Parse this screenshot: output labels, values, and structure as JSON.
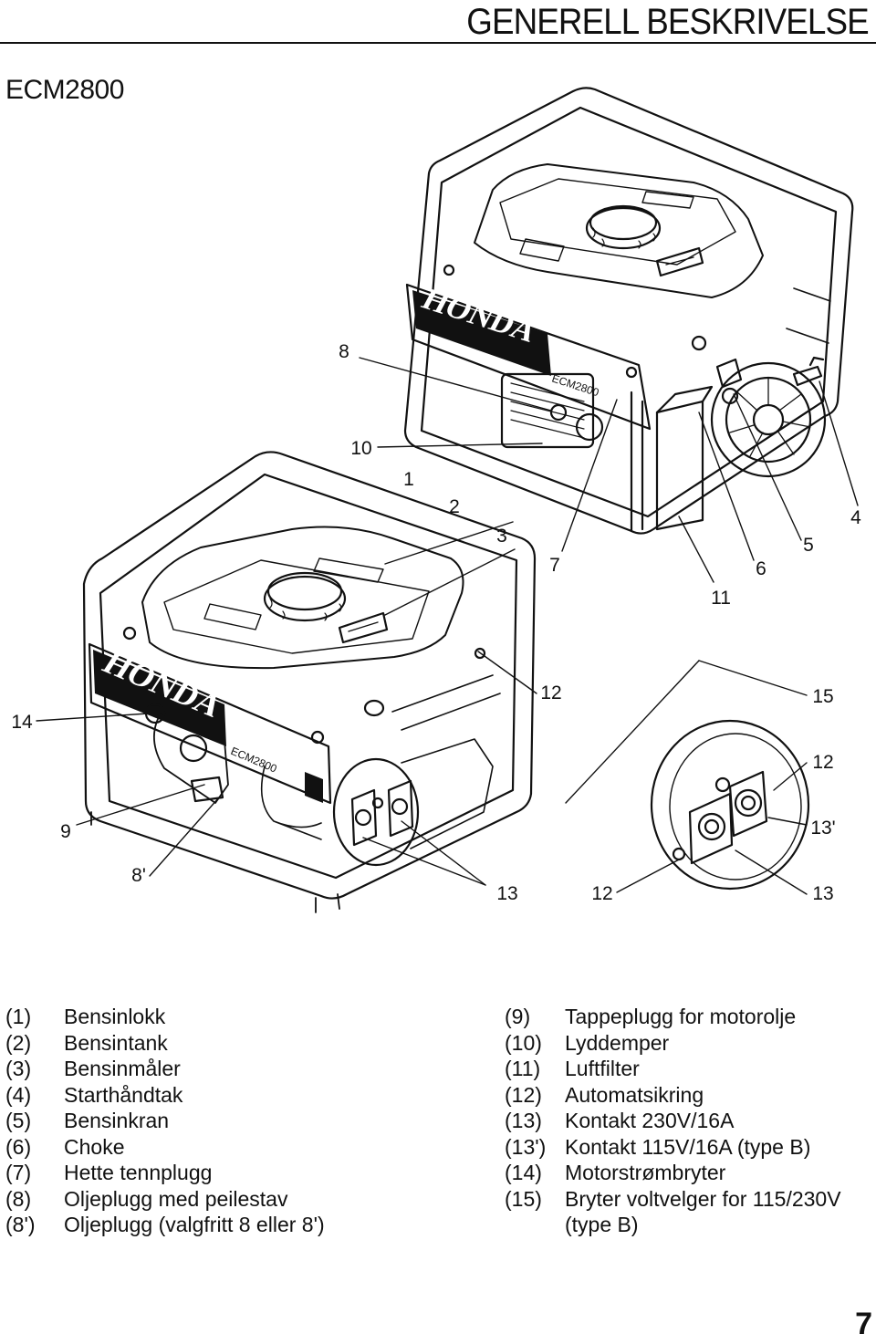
{
  "header": {
    "title": "GENERELL BESKRIVELSE"
  },
  "model": "ECM2800",
  "figure": {
    "brand": "HONDA",
    "model_plate": "ECM2800",
    "callouts": [
      "8",
      "10",
      "1",
      "2",
      "3",
      "7",
      "11",
      "6",
      "5",
      "4",
      "14",
      "12",
      "15",
      "12",
      "9",
      "13'",
      "8'",
      "13",
      "12",
      "13"
    ]
  },
  "legend_left": [
    {
      "num": "(1)",
      "text": "Bensinlokk"
    },
    {
      "num": "(2)",
      "text": "Bensintank"
    },
    {
      "num": "(3)",
      "text": "Bensinmåler"
    },
    {
      "num": "(4)",
      "text": "Starthåndtak"
    },
    {
      "num": "(5)",
      "text": "Bensinkran"
    },
    {
      "num": "(6)",
      "text": "Choke"
    },
    {
      "num": "(7)",
      "text": "Hette tennplugg"
    },
    {
      "num": "(8)",
      "text": "Oljeplugg med peilestav"
    },
    {
      "num": "(8')",
      "text": "Oljeplugg (valgfritt 8 eller 8')"
    }
  ],
  "legend_right": [
    {
      "num": "(9)",
      "text": "Tappeplugg for motorolje"
    },
    {
      "num": "(10)",
      "text": "Lyddemper"
    },
    {
      "num": "(11)",
      "text": "Luftfilter"
    },
    {
      "num": "(12)",
      "text": "Automatsikring"
    },
    {
      "num": "(13)",
      "text": "Kontakt 230V/16A"
    },
    {
      "num": "(13')",
      "text": "Kontakt 115V/16A (type B)"
    },
    {
      "num": "(14)",
      "text": "Motorstrømbryter"
    },
    {
      "num": "(15)",
      "text": "Bryter voltvelger for 115/230V"
    },
    {
      "num": "",
      "text": "(type B)"
    }
  ],
  "page_number": "7"
}
